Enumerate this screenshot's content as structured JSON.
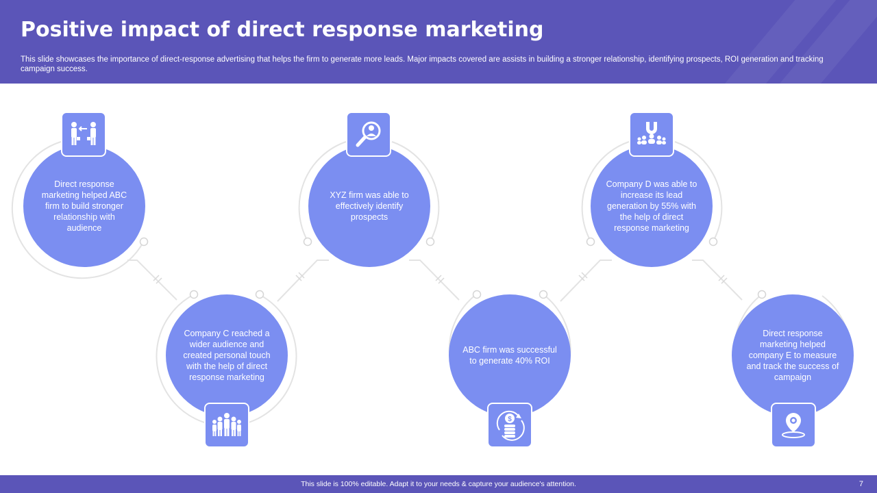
{
  "slide": {
    "title": "Positive impact of direct response marketing",
    "subtitle": "This slide showcases the importance of direct-response advertising that helps the firm to generate more leads. Major impacts covered are assists in building a stronger relationship, identifying prospects, ROI generation and tracking campaign success.",
    "footer": "This slide is 100% editable.  Adapt it to your needs & capture your audience's attention.",
    "page_number": "7"
  },
  "colors": {
    "header": "#5b55b8",
    "circle": "#7b8ef1",
    "ring": "#e3e3e3"
  },
  "impacts": [
    {
      "text": "Direct response marketing helped ABC firm to build stronger relationship with audience",
      "icon": "relationship-exchange-icon"
    },
    {
      "text": "Company C reached a wider audience and created personal touch with the help of direct response marketing",
      "icon": "audience-group-icon"
    },
    {
      "text": "XYZ firm was able to effectively identify prospects",
      "icon": "prospect-search-icon"
    },
    {
      "text": "ABC firm was successful to generate 40% ROI",
      "icon": "roi-dollar-coins-icon"
    },
    {
      "text": "Company D was able to increase its lead generation by 55% with the help of direct response marketing",
      "icon": "lead-magnet-icon"
    },
    {
      "text": "Direct response marketing helped company E to measure and track the success of campaign",
      "icon": "location-target-icon"
    }
  ]
}
